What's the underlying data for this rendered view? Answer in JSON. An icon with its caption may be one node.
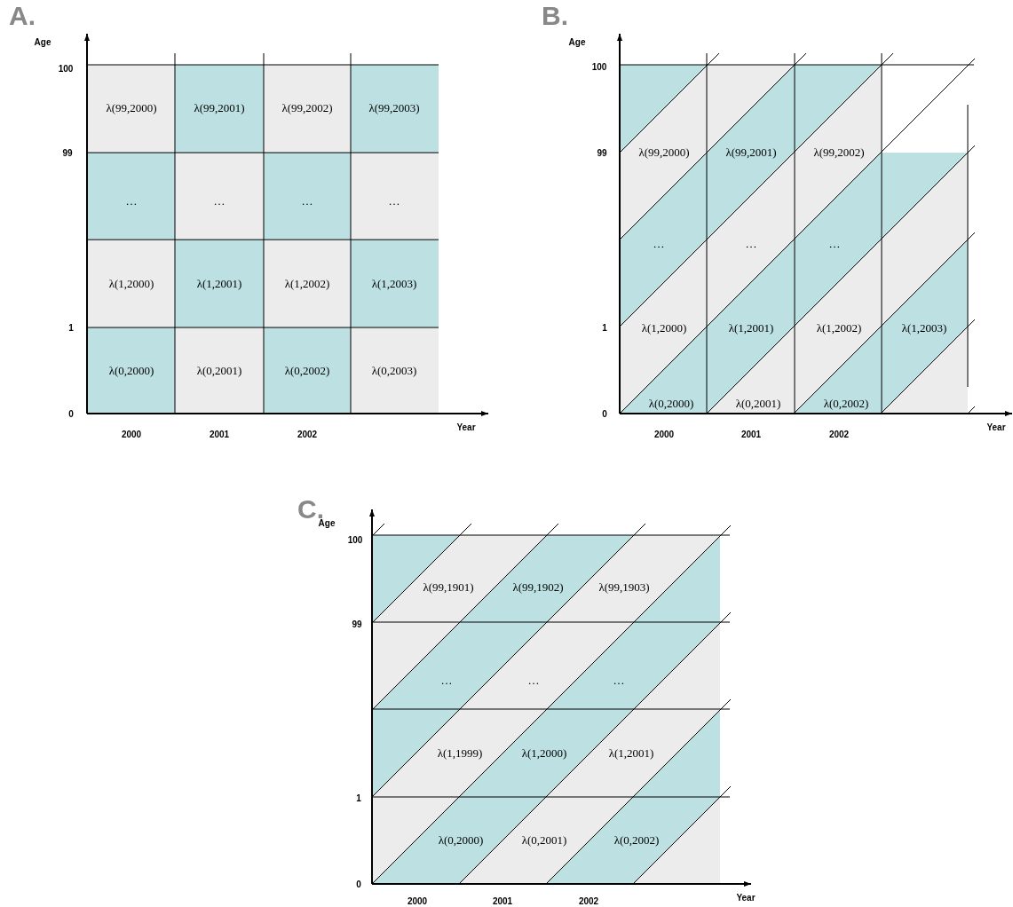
{
  "diagram": {
    "nodes": [
      {
        "text": [
          "λ(99,2000)"
        ]
      },
      {
        "text": [
          "λ(99,2001)"
        ]
      },
      {
        "text": [
          "λ(99,2002)"
        ]
      },
      {
        "text": [
          "λ(99,2003)"
        ]
      },
      {
        "text": [
          "…"
        ]
      },
      {
        "text": [
          "…"
        ]
      },
      {
        "text": [
          "…"
        ]
      },
      {
        "text": [
          "…"
        ]
      },
      {
        "text": [
          "λ(1,2000)"
        ]
      },
      {
        "text": [
          "λ(1,2001)"
        ]
      },
      {
        "text": [
          "λ(1,2002)"
        ]
      },
      {
        "text": [
          "λ(1,2003)"
        ]
      },
      {
        "text": [
          "λ(0,2000)"
        ]
      },
      {
        "text": [
          "λ(0,2001)"
        ]
      },
      {
        "text": [
          "λ(0,2002)"
        ]
      },
      {
        "text": [
          "λ(0,2003)"
        ]
      },
      {
        "text": [
          "λ(99,2000)"
        ]
      },
      {
        "text": [
          "λ(99,2001)"
        ]
      },
      {
        "text": [
          "λ(99,2002)"
        ]
      },
      {
        "text": [
          "…"
        ]
      },
      {
        "text": [
          "…"
        ]
      },
      {
        "text": [
          "…"
        ]
      },
      {
        "text": [
          "λ(1,2000)"
        ]
      },
      {
        "text": [
          "λ(1,2001)"
        ]
      },
      {
        "text": [
          "λ(1,2002)"
        ]
      },
      {
        "text": [
          "λ(1,2003)"
        ]
      },
      {
        "text": [
          "λ(0,2000)"
        ]
      },
      {
        "text": [
          "λ(0,2001)"
        ]
      },
      {
        "text": [
          "λ(0,2002)"
        ]
      },
      {
        "text": [
          "λ(99,1901)"
        ]
      },
      {
        "text": [
          "λ(99,1902)"
        ]
      },
      {
        "text": [
          "λ(99,1903)"
        ]
      },
      {
        "text": [
          "…"
        ]
      },
      {
        "text": [
          "…"
        ]
      },
      {
        "text": [
          "…"
        ]
      },
      {
        "text": [
          "λ(1,1999)"
        ]
      },
      {
        "text": [
          "λ(1,2000)"
        ]
      },
      {
        "text": [
          "λ(1,2001)"
        ]
      },
      {
        "text": [
          "λ(0,2000)"
        ]
      },
      {
        "text": [
          "λ(0,2001)"
        ]
      },
      {
        "text": [
          "λ(0,2002)"
        ]
      }
    ],
    "labels": [
      "A.",
      "Age",
      "100",
      "99",
      "1",
      "0",
      "2000",
      "2001",
      "2002",
      "Year",
      "B.",
      "Age",
      "100",
      "99",
      "1",
      "0",
      "2000",
      "2001",
      "2002",
      "Year",
      "C.",
      "Age",
      "100",
      "99",
      "1",
      "0",
      "2000",
      "2001",
      "2002",
      "Year"
    ]
  }
}
